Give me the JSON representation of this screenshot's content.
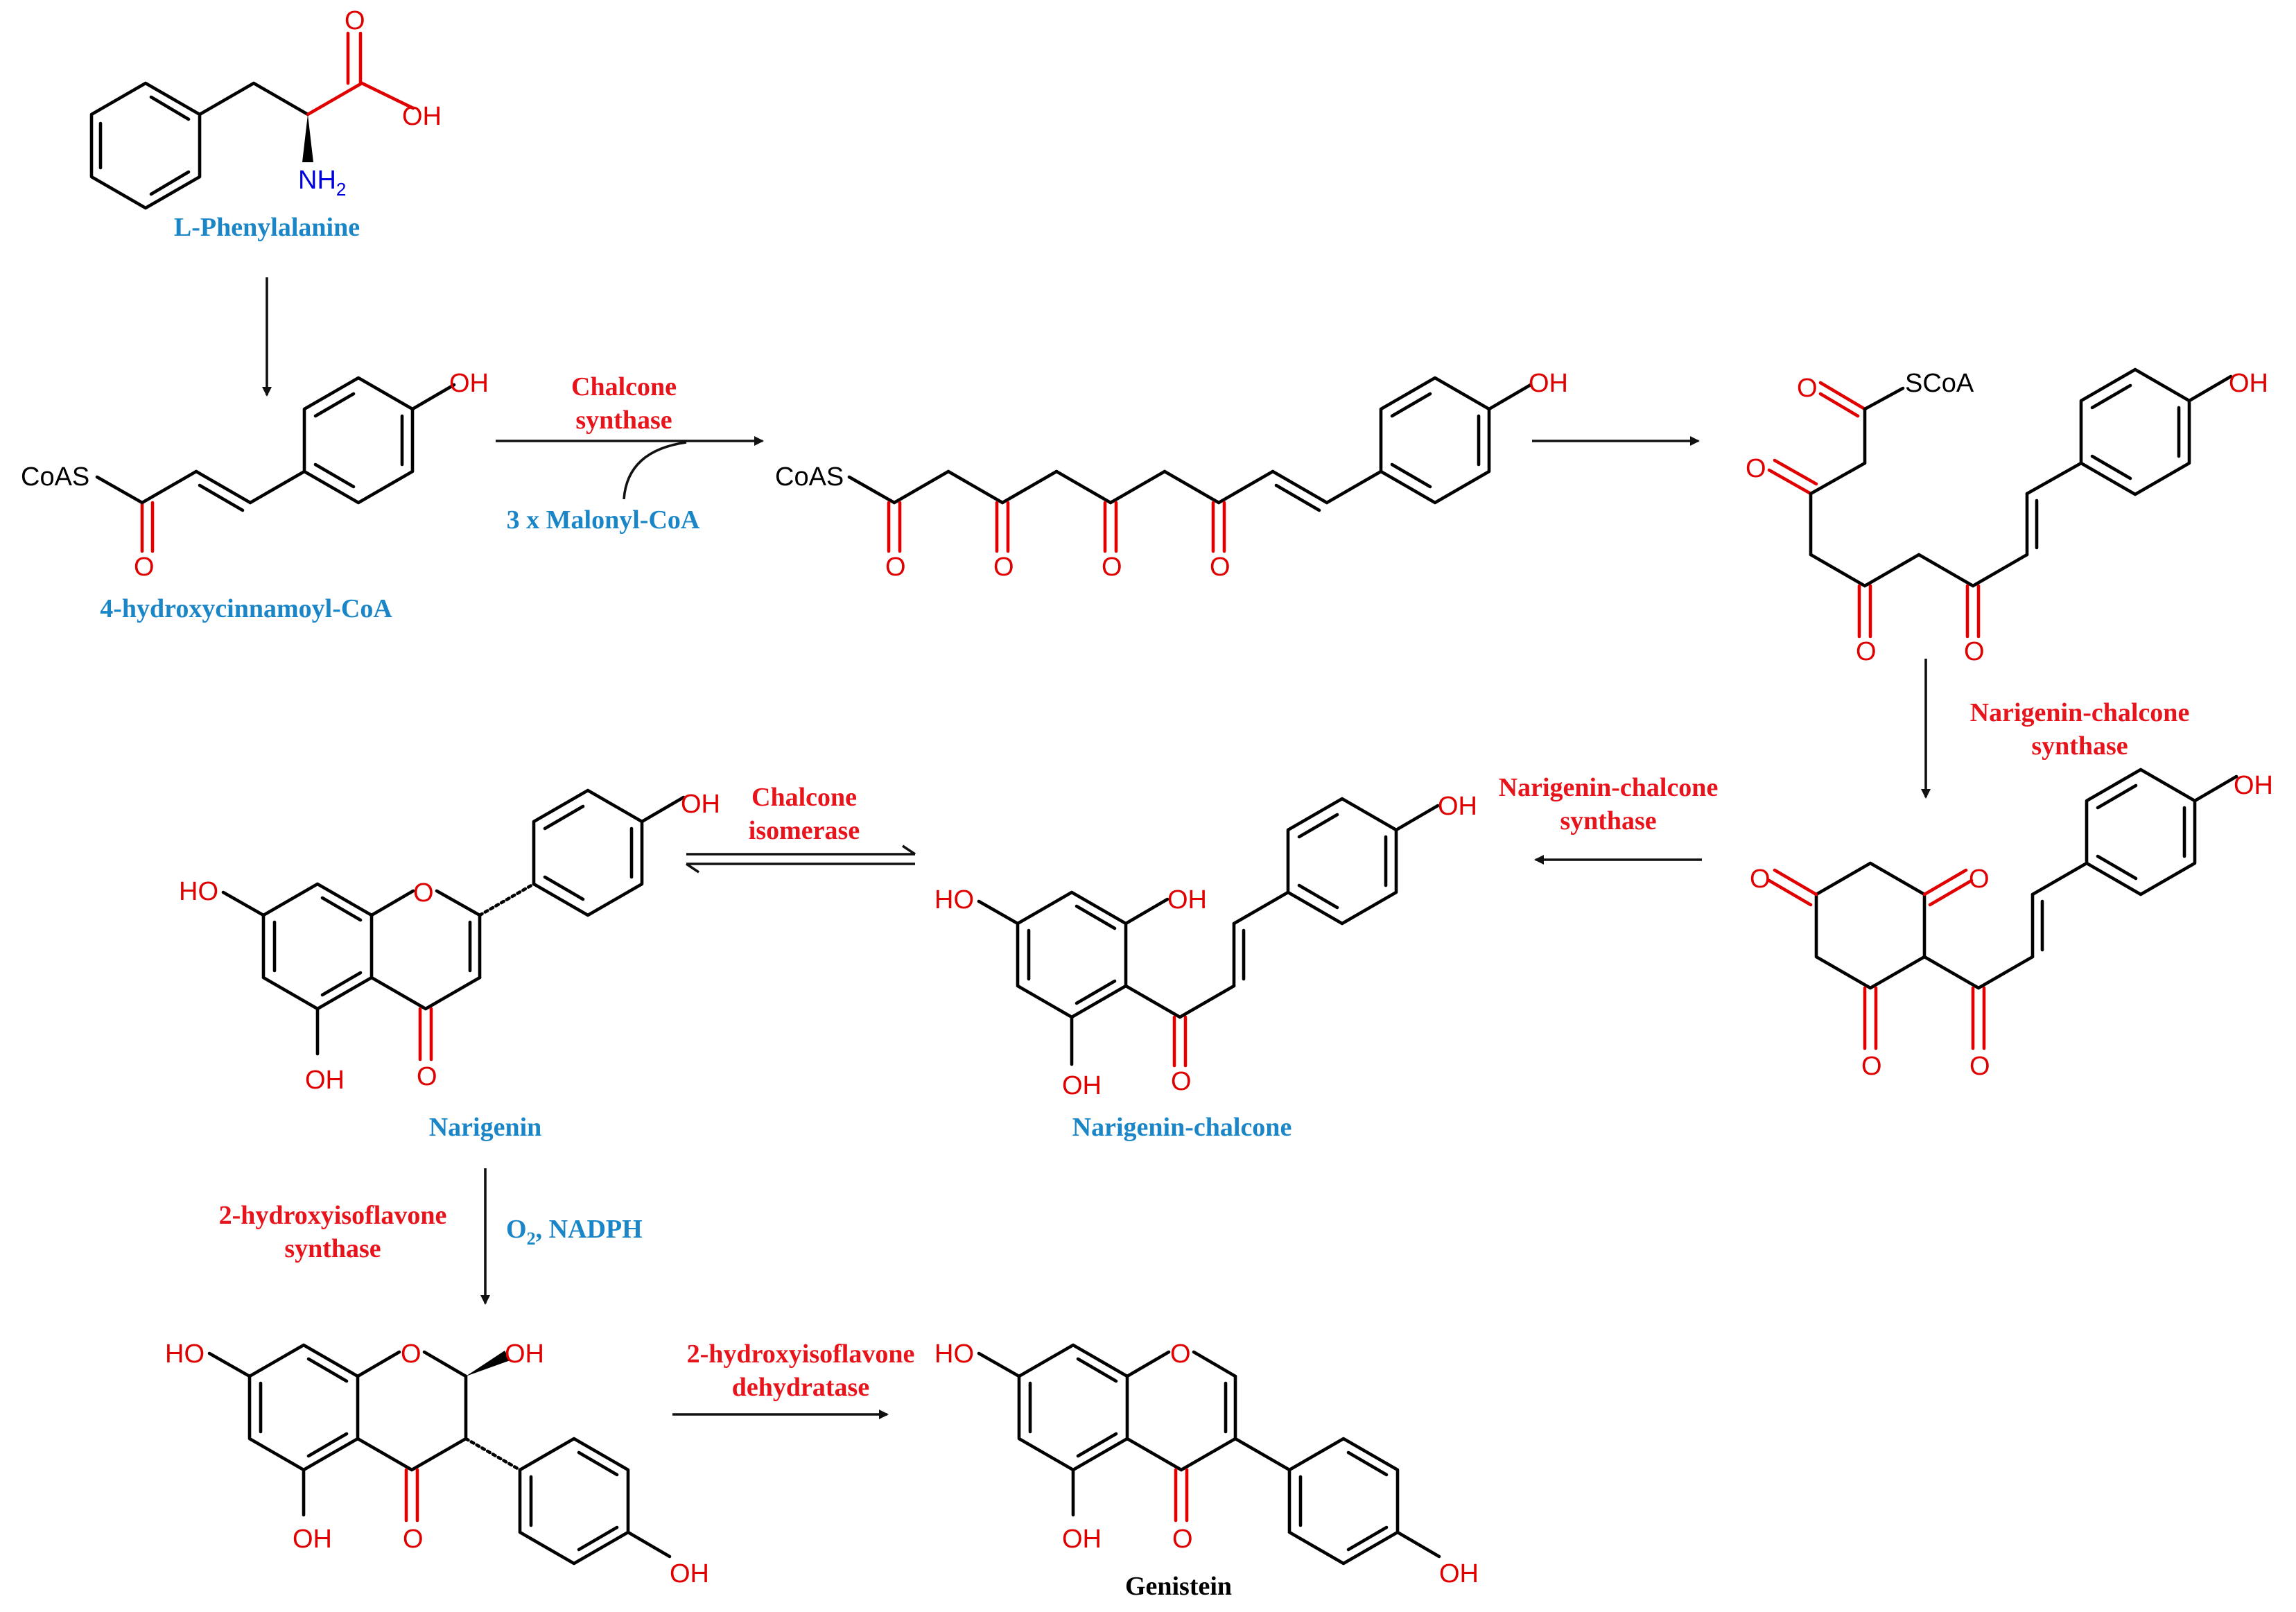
{
  "compounds": {
    "phenylalanine": "L-Phenylalanine",
    "hydroxycinnamoyl_coa": "4-hydroxycinnamoyl-CoA",
    "naringenin": "Narigenin",
    "naringenin_chalcone": "Narigenin-chalcone",
    "genistein": "Genistein"
  },
  "enzymes": {
    "chalcone_synthase_l1": "Chalcone",
    "chalcone_synthase_l2": "synthase",
    "ncs1_l1": "Narigenin-chalcone",
    "ncs1_l2": "synthase",
    "ncs2_l1": "Narigenin-chalcone",
    "ncs2_l2": "synthase",
    "isomerase_l1": "Chalcone",
    "isomerase_l2": "isomerase",
    "his_l1": "2-hydroxyisoflavone",
    "his_l2": "synthase",
    "hid_l1": "2-hydroxyisoflavone",
    "hid_l2": "dehydratase"
  },
  "cofactors": {
    "malonyl": "3 x Malonyl-CoA",
    "o2_prefix": "O",
    "o2_sub": "2",
    "o2_suffix": ", NADPH"
  },
  "atoms": {
    "o": "O",
    "oh": "OH",
    "ho": "HO",
    "nh": "NH",
    "nh_sub": "2",
    "coas": "CoAS",
    "scoa": "SCoA"
  },
  "colors": {
    "enzyme_red": "#e8141c",
    "compound_blue": "#1a86c8",
    "atom_red": "#e00000",
    "nitrogen_blue": "#0000dd"
  }
}
